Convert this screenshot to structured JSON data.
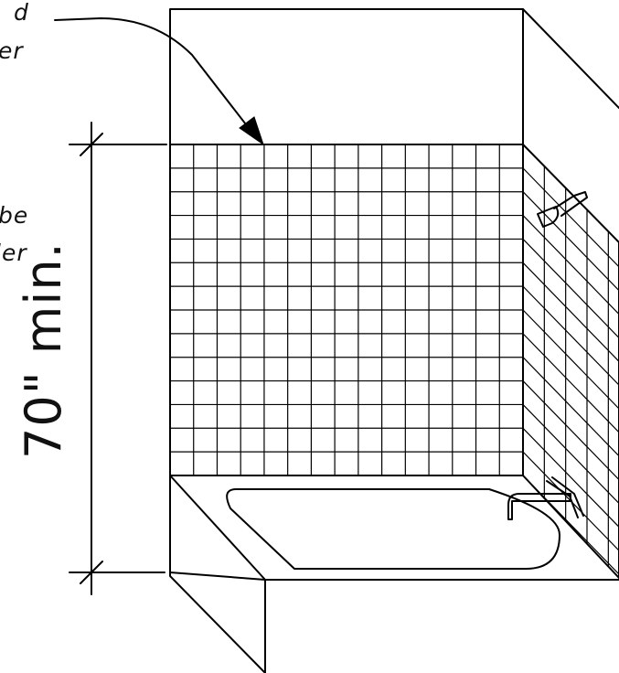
{
  "notes": {
    "top_line_1": "d",
    "top_line_2": "er",
    "mid_line_1": "be",
    "mid_line_2": "ler"
  },
  "dimension": {
    "label": "70\" min."
  },
  "colors": {
    "ink": "#000000",
    "paper": "#ffffff"
  }
}
